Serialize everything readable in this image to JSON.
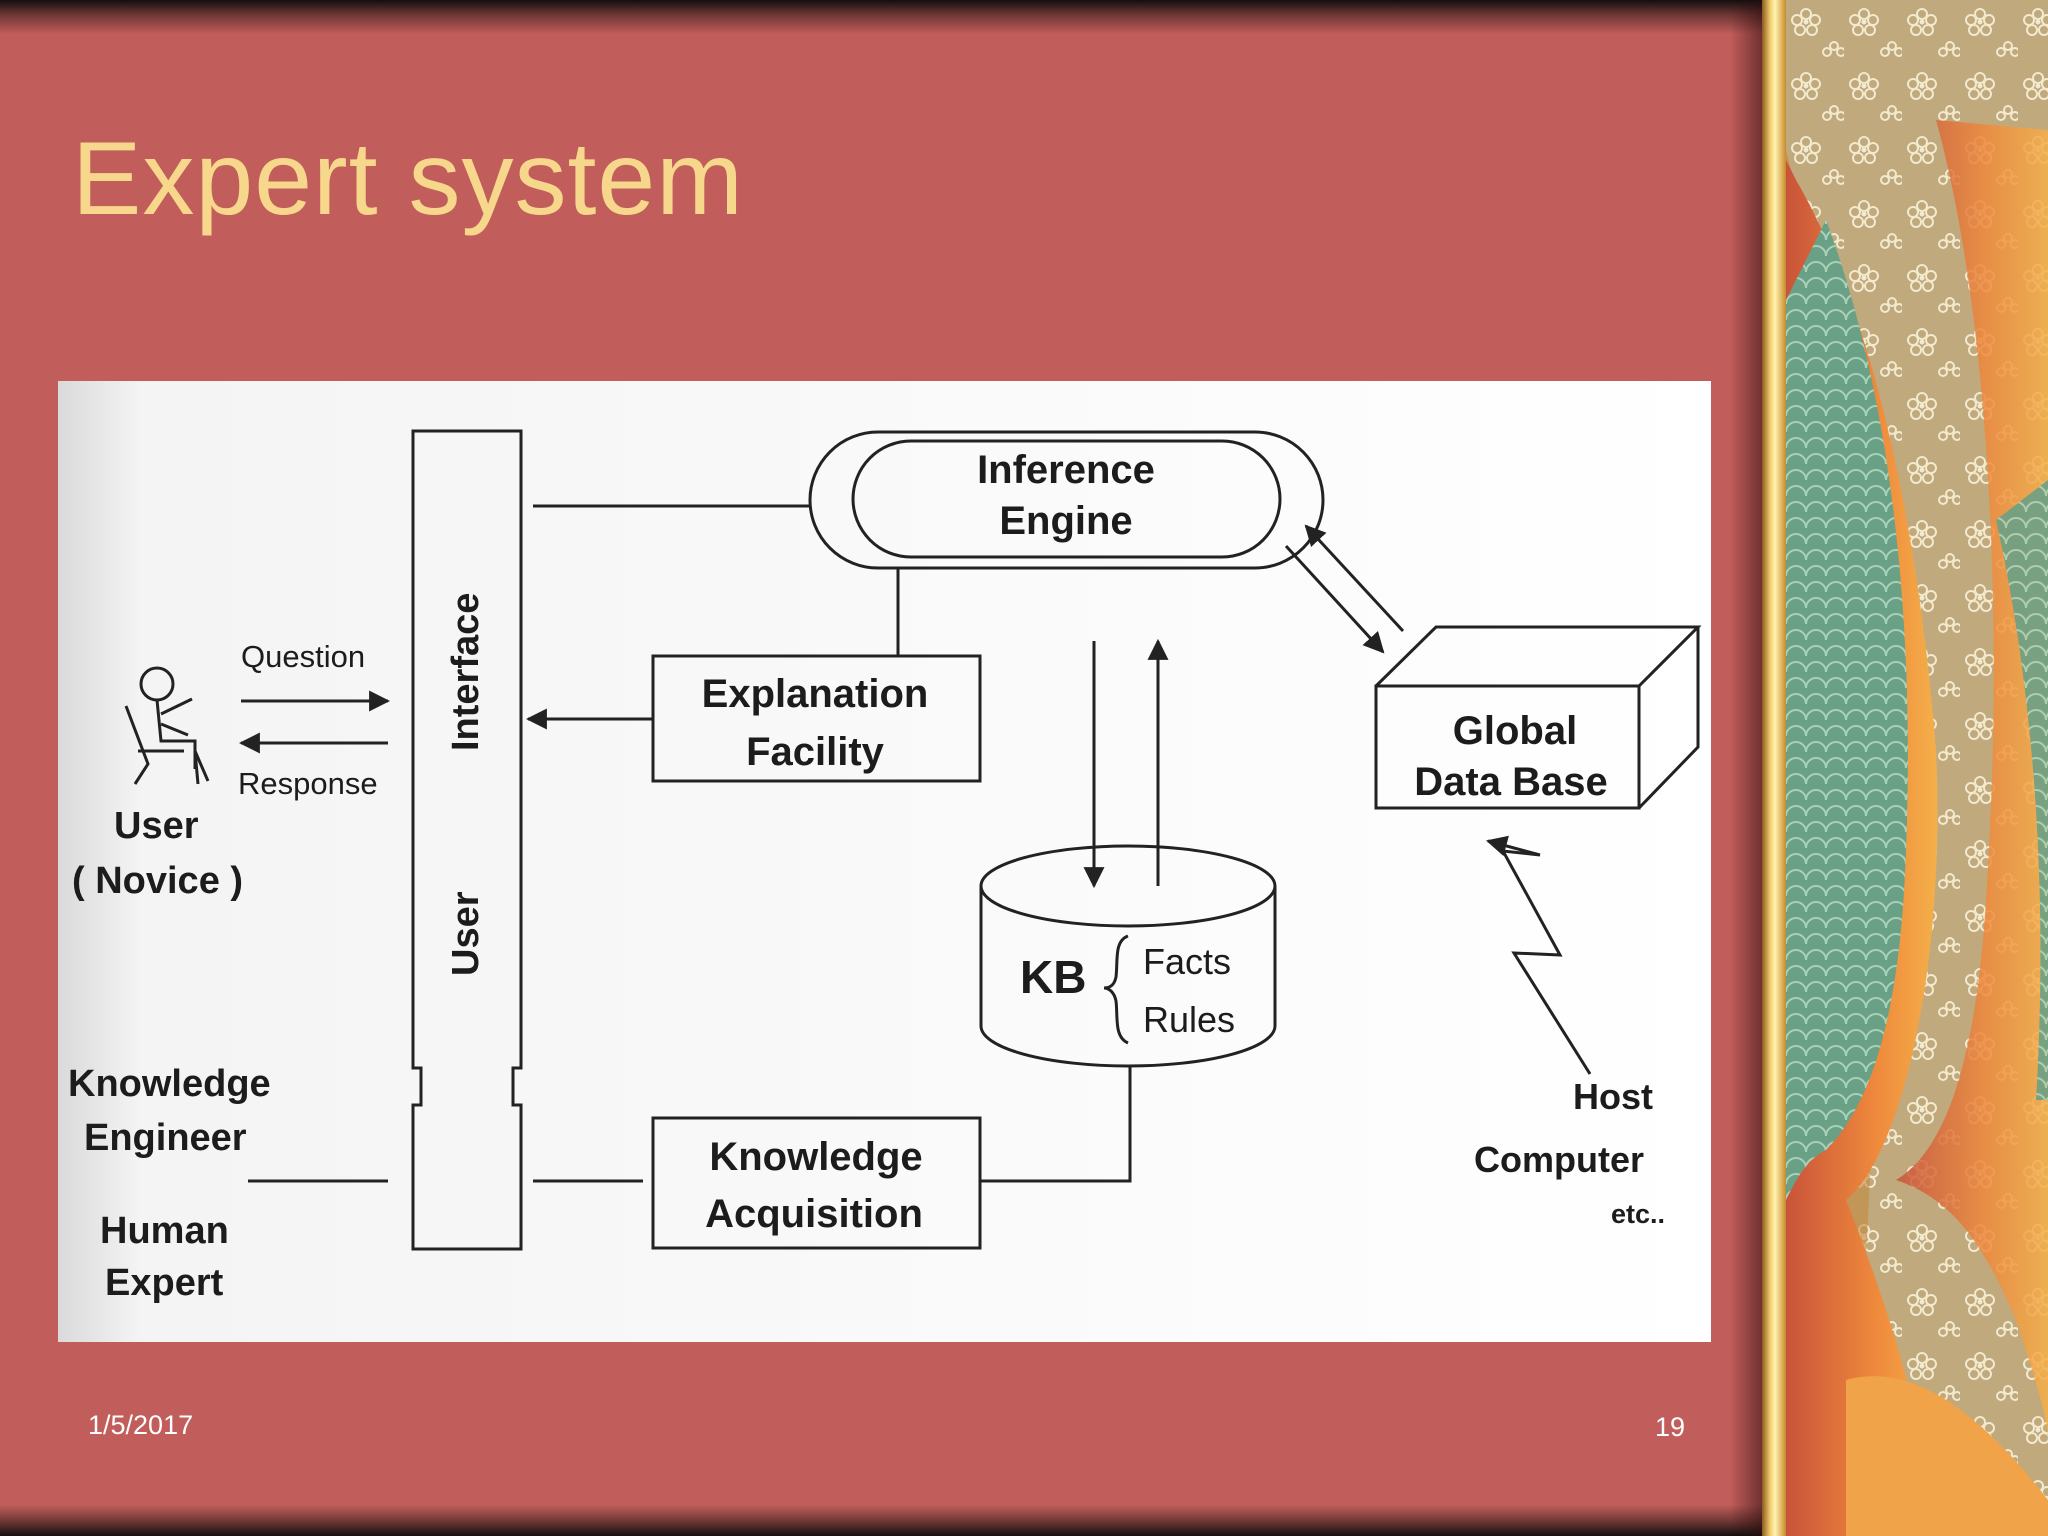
{
  "slide": {
    "title": "Expert system",
    "date": "1/5/2017",
    "page_number": "19"
  },
  "diagram": {
    "inference_engine": [
      "Inference",
      "Engine"
    ],
    "explanation_facility": [
      "Explanation",
      "Facility"
    ],
    "knowledge_acquisition": [
      "Knowledge",
      "Acquisition"
    ],
    "global_data_base": [
      "Global",
      "Data Base"
    ],
    "kb": "KB",
    "facts": "Facts",
    "rules": "Rules",
    "user_interface_top": "Interface",
    "user_interface_bottom": "User",
    "question": "Question",
    "response": "Response",
    "user": "User",
    "novice": "( Novice )",
    "knowledge_engineer": [
      "Knowledge",
      "Engineer"
    ],
    "human_expert": [
      "Human",
      "Expert"
    ],
    "host_computer": [
      "Host",
      "Computer"
    ],
    "etc": "etc.."
  },
  "colors": {
    "background": "#c15d5b",
    "title": "#f7d78b",
    "footer_text": "#ffffff"
  }
}
